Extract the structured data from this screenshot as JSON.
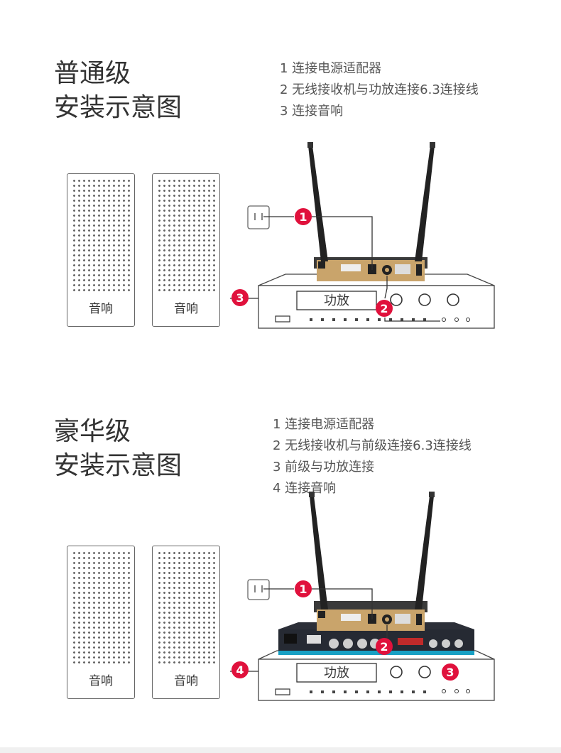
{
  "basic": {
    "title_line1": "普通级",
    "title_line2": "安装示意图",
    "steps": [
      "1  连接电源适配器",
      "2 无线接收机与功放连接6.3连接线",
      "3 连接音响"
    ],
    "speaker_labels": [
      "音响",
      "音响"
    ],
    "amp_label": "功放",
    "markers": [
      "1",
      "2",
      "3"
    ]
  },
  "deluxe": {
    "title_line1": "豪华级",
    "title_line2": "安装示意图",
    "steps": [
      "1  连接电源适配器",
      "2 无线接收机与前级连接6.3连接线",
      "3 前级与功放连接",
      "4 连接音响"
    ],
    "speaker_labels": [
      "音响",
      "音响"
    ],
    "amp_label": "功放",
    "markers": [
      "1",
      "2",
      "3",
      "4"
    ]
  },
  "colors": {
    "marker": "#e0113c",
    "line": "#333333"
  }
}
